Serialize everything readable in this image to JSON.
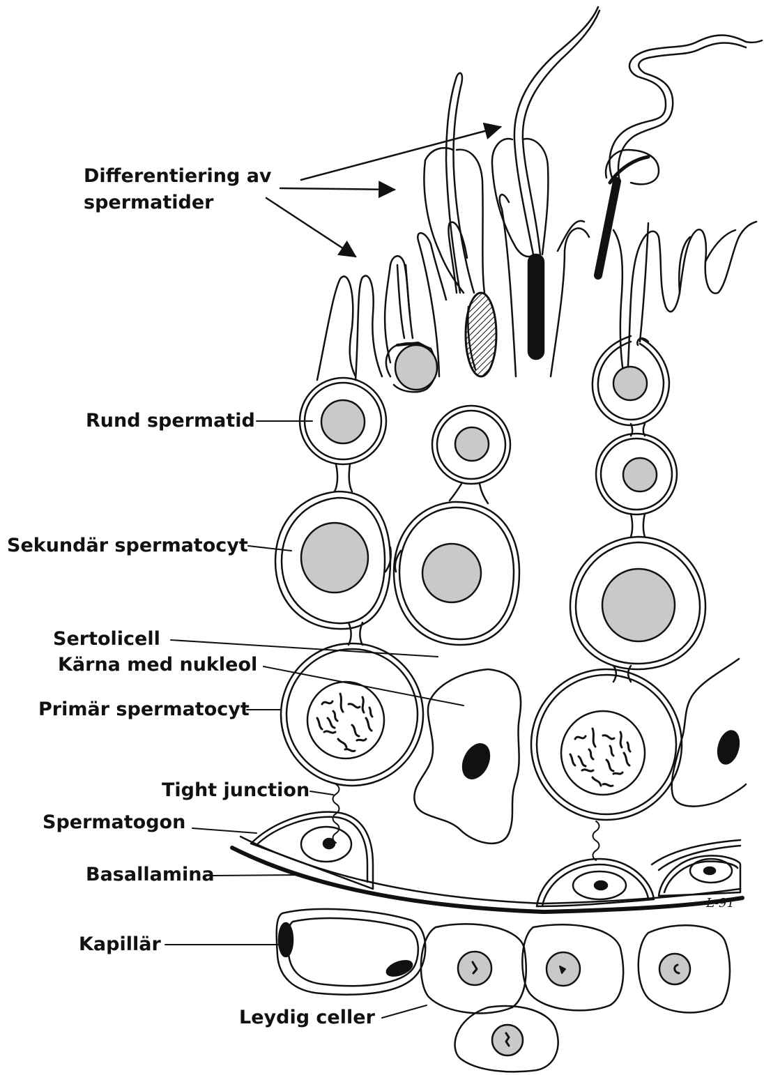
{
  "labels": {
    "differentiering_line1": "Differentiering av",
    "differentiering_line2": "spermatider",
    "rund_spermatid": "Rund spermatid",
    "sekundar_spermatocyt": "Sekundär spermatocyt",
    "sertolicell": "Sertolicell",
    "karna_med_nukleol": "Kärna med nukleol",
    "primar_spermatocyt": "Primär spermatocyt",
    "tight_junction": "Tight junction",
    "spermatogon": "Spermatogon",
    "basallamina": "Basallamina",
    "kapillar": "Kapillär",
    "leydig_celler": "Leydig celler"
  },
  "signature": "L-91",
  "colors": {
    "ink": "#111111",
    "nucleus_fill": "#c9c9c9",
    "background": "#ffffff"
  }
}
